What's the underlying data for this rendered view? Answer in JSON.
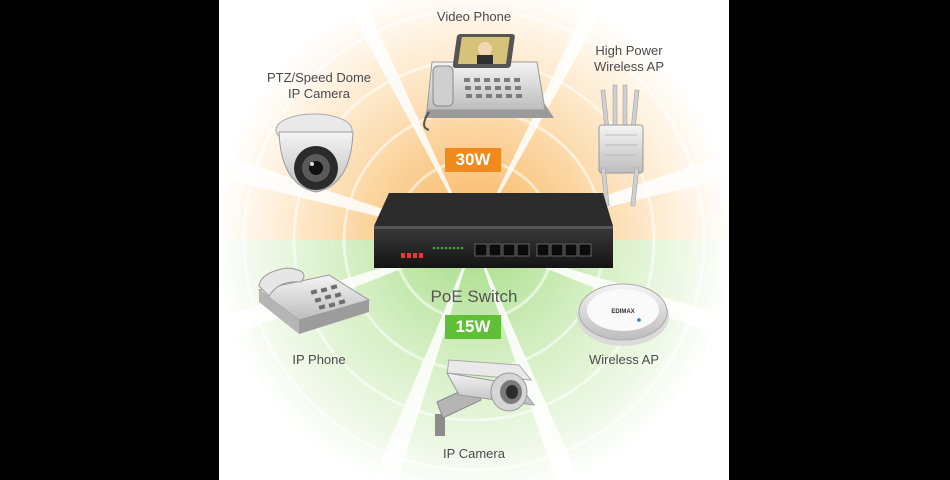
{
  "diagram": {
    "switch_label": "PoE Switch",
    "brand_text": "EDIMAX",
    "power_top": "30W",
    "power_bottom": "15W",
    "devices": {
      "video_phone": "Video Phone",
      "ptz_camera_line1": "PTZ/Speed Dome",
      "ptz_camera_line2": "IP Camera",
      "high_power_ap_line1": "High Power",
      "high_power_ap_line2": "Wireless AP",
      "ip_phone": "IP Phone",
      "wireless_ap": "Wireless AP",
      "ip_camera": "IP Camera"
    },
    "colors": {
      "orange": "#f08a1c",
      "green": "#5fbf36"
    }
  }
}
